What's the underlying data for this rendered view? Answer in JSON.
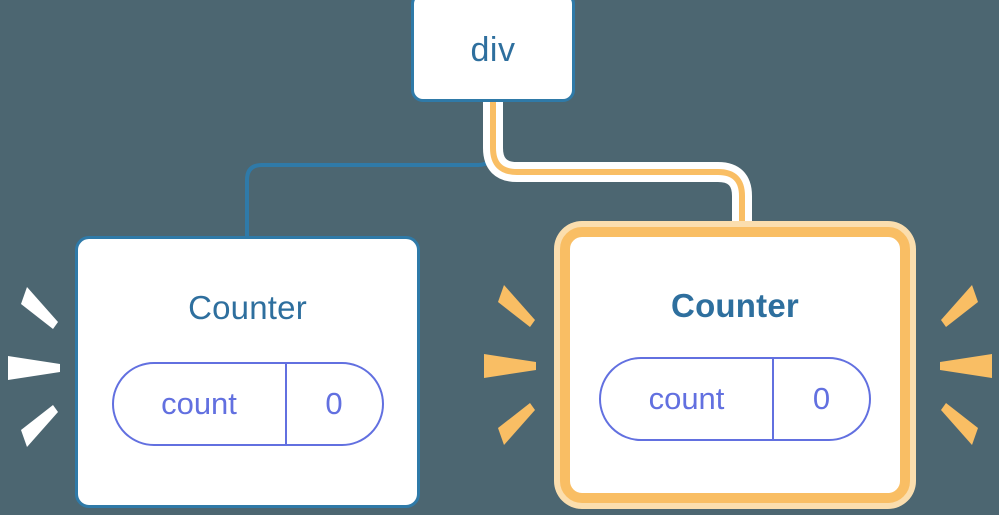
{
  "diagram": {
    "background_color": "#4c6671",
    "accent_blue": "#2f7aa8",
    "accent_orange": "#f9be64",
    "accent_orange_glow": "#fbdeae",
    "state_color": "#6270e0",
    "title": "",
    "nodes": [
      {
        "id": "div",
        "label": "div",
        "type": "element",
        "highlighted": false
      },
      {
        "id": "counter-left",
        "label": "Counter",
        "type": "component",
        "highlighted": false,
        "state": {
          "key": "count",
          "value": "0"
        },
        "sparkle_color": "#ffffff"
      },
      {
        "id": "counter-right",
        "label": "Counter",
        "type": "component",
        "highlighted": true,
        "state": {
          "key": "count",
          "value": "0"
        },
        "sparkle_color": "#f9be64"
      }
    ],
    "edges": [
      {
        "from": "div",
        "to": "counter-left",
        "color": "#2f7aa8",
        "style": "plain"
      },
      {
        "from": "div",
        "to": "counter-right",
        "color": "#f9be64",
        "style": "haloed"
      }
    ]
  }
}
